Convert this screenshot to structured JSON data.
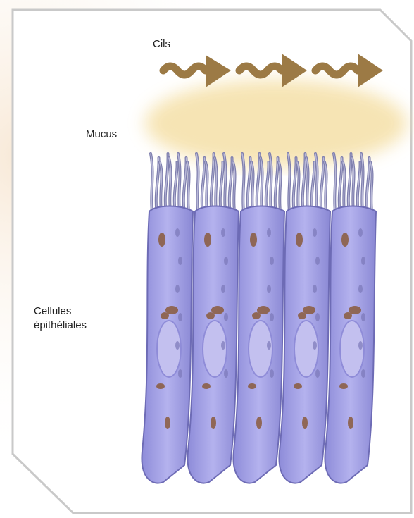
{
  "labels": {
    "cilia": "Cils",
    "mucus": "Mucus",
    "epithelial_cells_line1": "Cellules",
    "epithelial_cells_line2": "épithéliales"
  },
  "colors": {
    "background": "#ffffff",
    "card_border": "#c9c9c9",
    "glow": "#f7e6d2",
    "mucus": "#f6e3b0",
    "arrow": "#9c7a45",
    "cell_fill": "#a9a7e6",
    "cell_outline": "#6d6bb5",
    "nucleus": "#c3c0ef",
    "cilia": "#8f8fb8",
    "organelle": "#8a5a3c"
  }
}
